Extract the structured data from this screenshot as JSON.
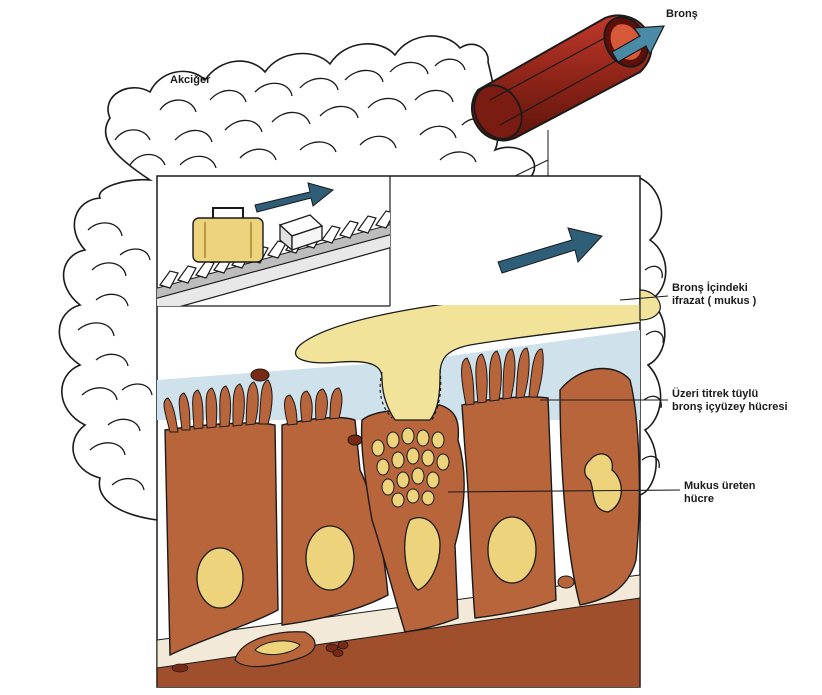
{
  "labels": {
    "lung": "Akciğer",
    "bronchus": "Bronş",
    "mucus_line1": "Bronş İçindeki",
    "mucus_line2": "ifrazat ( mukus )",
    "ciliated_line1": "Üzeri titrek tüylü",
    "ciliated_line2": "bronş içyüzey hücresi",
    "goblet_line1": "Mukus üreten",
    "goblet_line2": "hücre"
  },
  "colors": {
    "cell_fill": "#b8653c",
    "cell_dark": "#8e4424",
    "nucleus": "#ecd37c",
    "mucus": "#f1e39a",
    "bronchus_red": "#9e2a1c",
    "arrow_blue": "#2f5f78",
    "outline": "#1a1a1a"
  },
  "icons": [
    "conveyor-belt-icon",
    "suitcase-icon",
    "box-icon",
    "direction-arrow-icon",
    "lung-cloud-icon",
    "bronchus-tube-icon"
  ]
}
